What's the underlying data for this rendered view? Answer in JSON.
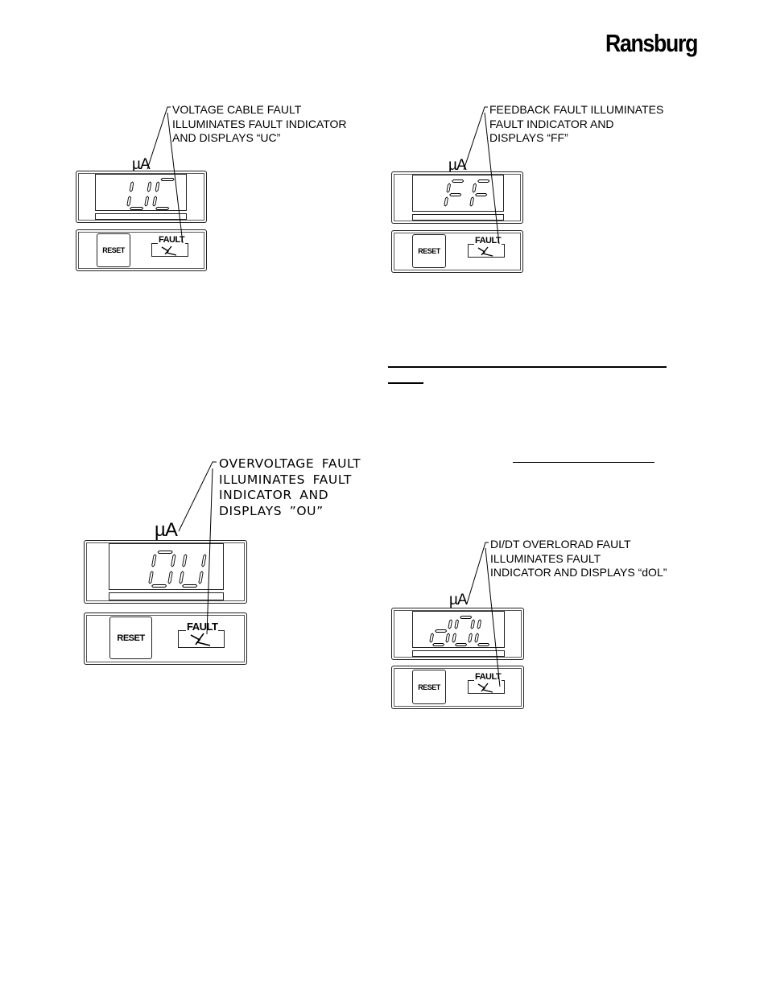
{
  "header": {
    "brand": "Ransburg"
  },
  "figures": [
    {
      "id": "uc",
      "callout": "VOLTAGE CABLE FAULT\nILLUMINATES FAULT INDICATOR\nAND DISPLAYS “UC”",
      "unit": "µA",
      "display": "UC",
      "reset_label": "RESET",
      "fault_label": "FAULT",
      "icon": "fault-lightning-icon"
    },
    {
      "id": "ff",
      "callout": "FEEDBACK FAULT ILLUMINATES\nFAULT INDICATOR AND\nDISPLAYS “FF”",
      "unit": "µA",
      "display": "FF",
      "reset_label": "RESET",
      "fault_label": "FAULT",
      "icon": "fault-lightning-icon"
    },
    {
      "id": "ou",
      "callout": "OVERVOLTAGE FAULT\nILLUMINATES FAULT\nINDICATOR AND\nDISPLAYS ”OU”",
      "unit": "µA",
      "display": "OU",
      "reset_label": "RESET",
      "fault_label": "FAULT",
      "icon": "fault-lightning-icon"
    },
    {
      "id": "dol",
      "callout": "DI/DT OVERLORAD FAULT\nILLUMINATES FAULT\nINDICATOR AND DISPLAYS “dOL”",
      "unit": "µA",
      "display": "dOL",
      "reset_label": "RESET",
      "fault_label": "FAULT",
      "icon": "fault-lightning-icon"
    }
  ]
}
